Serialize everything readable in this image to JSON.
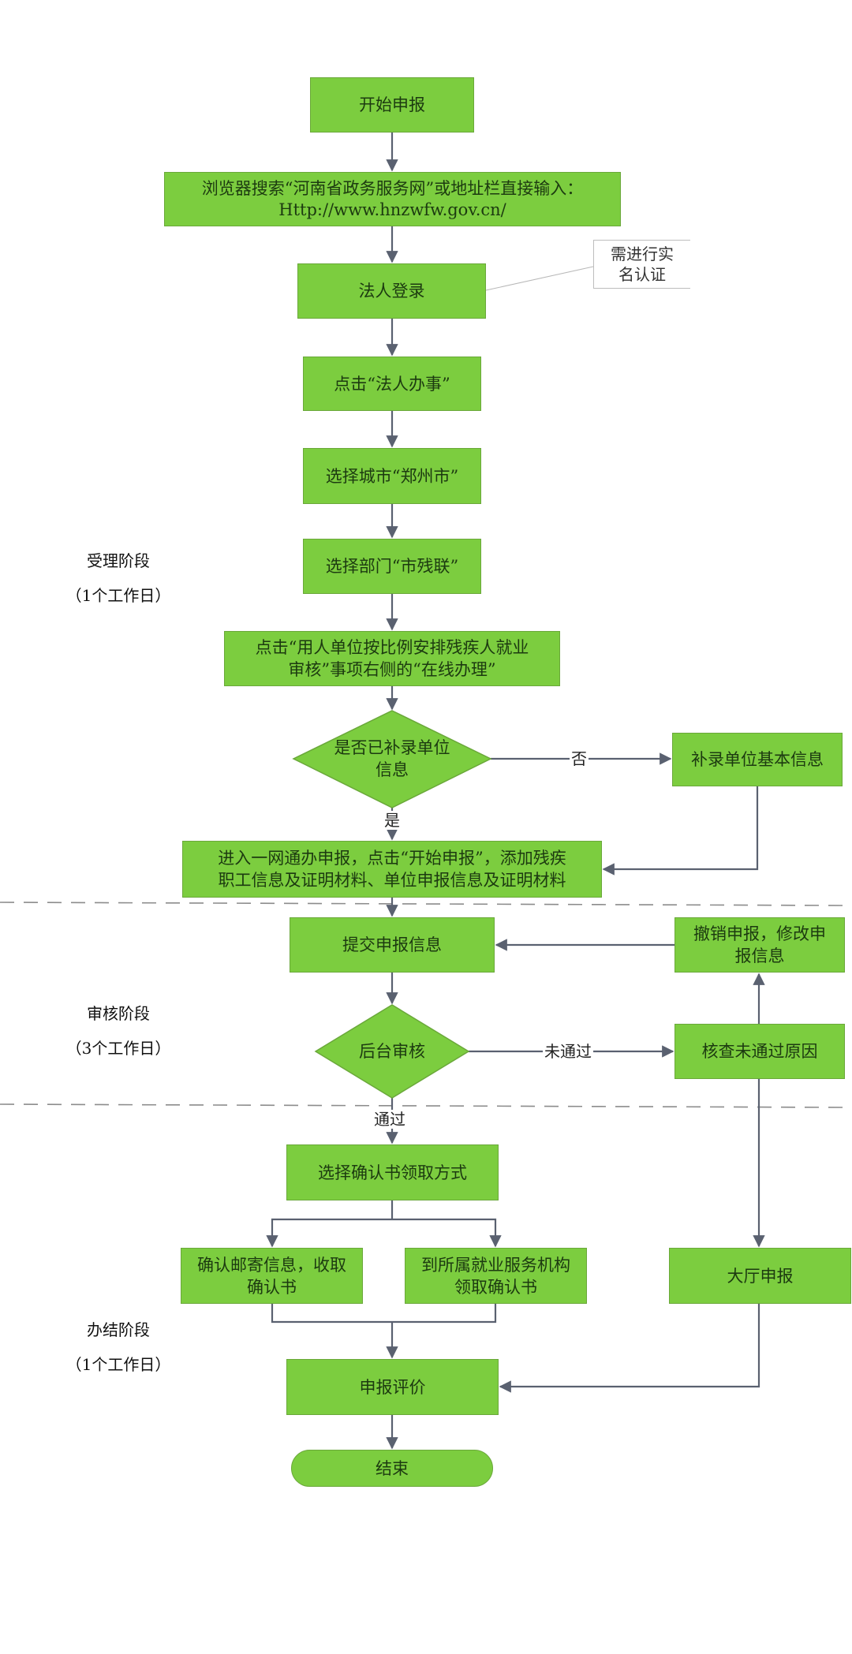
{
  "colors": {
    "node_fill": "#7ccd3f",
    "node_border": "#6aa83a",
    "connector": "#5a6170",
    "divider": "#8c8c8c"
  },
  "stages": [
    {
      "name": "受理阶段",
      "duration": "（1个工作日）"
    },
    {
      "name": "审核阶段",
      "duration": "（3个工作日）"
    },
    {
      "name": "办结阶段",
      "duration": "（1个工作日）"
    }
  ],
  "nodes": {
    "start": "开始申报",
    "browser": "浏览器搜索“河南省政务服务网”或地址栏直接输入：\nHttp://www.hnzwfw.gov.cn/",
    "login": "法人登录",
    "click_legal": "点击“法人办事”",
    "select_city": "选择城市“郑州市”",
    "select_dept": "选择部门“市残联”",
    "click_item": "点击“用人单位按比例安排残疾人就业\n审核”事项右侧的“在线办理”",
    "decision_info": "是否已补录单位\n信息",
    "supplement_info": "补录单位基本信息",
    "enter_declare": "进入一网通办申报，点击“开始申报”，添加残疾\n职工信息及证明材料、单位申报信息及证明材料",
    "submit": "提交申报信息",
    "cancel_modify": "撤销申报，修改申\n报信息",
    "backend_review": "后台审核",
    "check_reason": "核查未通过原因",
    "select_method": "选择确认书领取方式",
    "confirm_mail": "确认邮寄信息，收取\n确认书",
    "visit_agency": "到所属就业服务机构\n领取确认书",
    "hall_declare": "大厅申报",
    "evaluate": "申报评价",
    "end": "结束"
  },
  "note": "需进行实\n名认证",
  "edge_labels": {
    "no": "否",
    "yes": "是",
    "fail": "未通过",
    "pass": "通过"
  }
}
